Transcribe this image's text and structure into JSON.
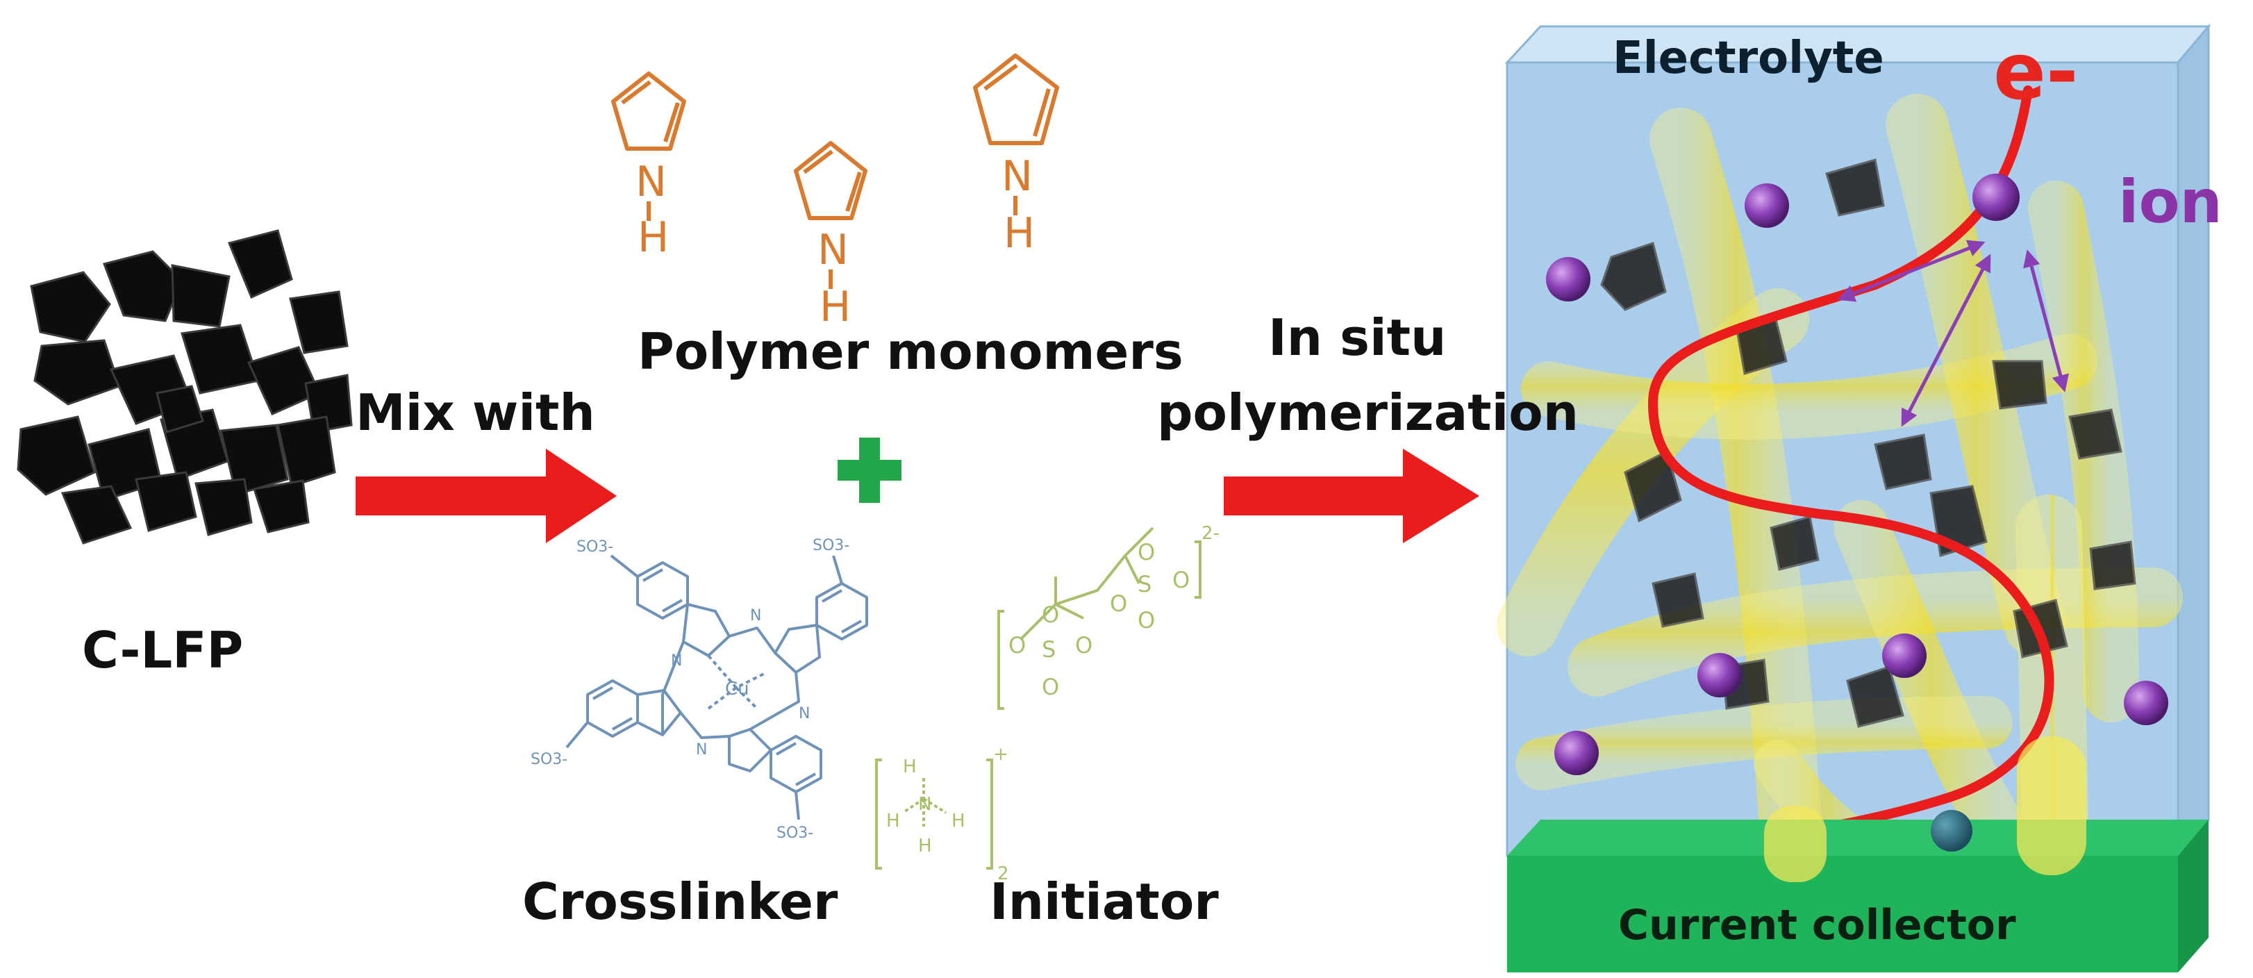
{
  "labels": {
    "material": "C-LFP",
    "mix_step": "Mix with",
    "monomers": "Polymer monomers",
    "plus_sign": "+",
    "step_line1": "In situ",
    "step_line2": "polymerization",
    "crosslinker": "Crosslinker",
    "initiator": "Initiator",
    "electrolyte": "Electrolyte",
    "electron": "e-",
    "ion": "ion",
    "current_collector": "Current collector"
  },
  "chemistry": {
    "pyrrole_atoms": [
      "N",
      "H"
    ],
    "crosslinker_atoms": [
      "N",
      "Cu",
      "SO3-"
    ],
    "initiator_atoms": [
      "H",
      "N",
      "O",
      "S",
      "+",
      "2-",
      "2"
    ]
  },
  "colors": {
    "arrow_red": "#ea1c1c",
    "plus_green": "#22a84a",
    "monomer_orange": "#d97a2e",
    "crosslinker_blue": "#6f93b8",
    "initiator_green": "#a9c06a",
    "box_blue": "#a9cdea",
    "collector_green": "#1fb45a",
    "polymer_yellow": "#f4e24a",
    "ion_purple": "#8a3fb5",
    "particle_black": "#111111"
  }
}
